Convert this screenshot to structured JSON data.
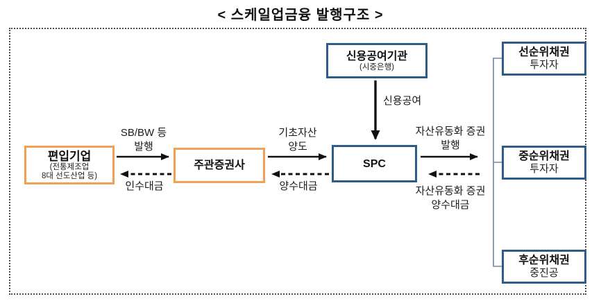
{
  "title": "< 스케일업금융 발행구조 >",
  "colors": {
    "orange_box_border": "#F2A154",
    "blue_box_border": "#2E5C8A",
    "bracket_line": "#6A87AB",
    "arrow": "#111111",
    "frame_border": "#4A4A4A"
  },
  "boxes": {
    "inclusion_company": {
      "title": "편입기업",
      "subtitle_line1": "(전통제조업",
      "subtitle_line2": "8대 선도산업 등)"
    },
    "lead_underwriter": {
      "title": "주관증권사"
    },
    "spc": {
      "title": "SPC"
    },
    "credit_provider": {
      "title": "신용공여기관",
      "subtitle": "(시중은행)"
    },
    "senior_bond": {
      "title": "선순위채권",
      "subtitle": "투자자"
    },
    "mezzanine_bond": {
      "title": "중순위채권",
      "subtitle": "투자자"
    },
    "subordinated_bond": {
      "title": "후순위채권",
      "subtitle": "중진공"
    }
  },
  "flows": {
    "sb_bw_issue": {
      "line1": "SB/BW 등",
      "line2": "발행"
    },
    "underwriting_payment": "인수대금",
    "underlying_asset_transfer": {
      "line1": "기초자산",
      "line2": "양도"
    },
    "transfer_payment": "양수대금",
    "credit_provision": "신용공여",
    "abs_issue": {
      "line1": "자산유동화 증권",
      "line2": "발행"
    },
    "abs_payment": {
      "line1": "자산유동화 증권",
      "line2": "양수대금"
    }
  }
}
